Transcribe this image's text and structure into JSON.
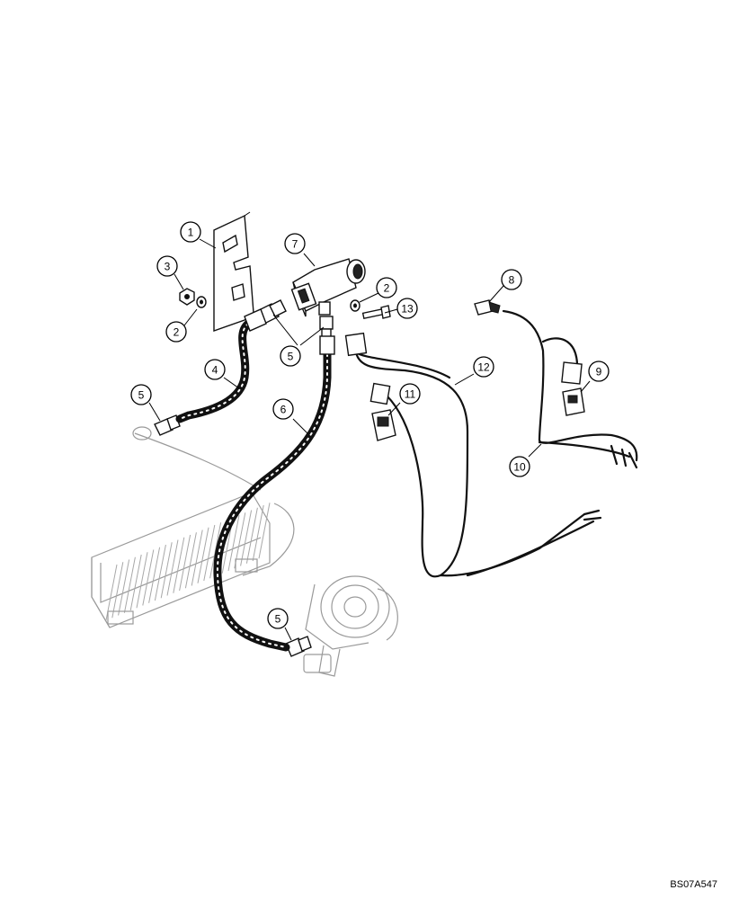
{
  "callouts": [
    {
      "id": "1",
      "label": "1"
    },
    {
      "id": "3",
      "label": "3"
    },
    {
      "id": "2a",
      "label": "2"
    },
    {
      "id": "7",
      "label": "7"
    },
    {
      "id": "2b",
      "label": "2"
    },
    {
      "id": "13",
      "label": "13"
    },
    {
      "id": "5a",
      "label": "5"
    },
    {
      "id": "8",
      "label": "8"
    },
    {
      "id": "4",
      "label": "4"
    },
    {
      "id": "12",
      "label": "12"
    },
    {
      "id": "9",
      "label": "9"
    },
    {
      "id": "5b",
      "label": "5"
    },
    {
      "id": "11",
      "label": "11"
    },
    {
      "id": "6",
      "label": "6"
    },
    {
      "id": "10",
      "label": "10"
    },
    {
      "id": "5c",
      "label": "5"
    }
  ],
  "drawing_id": "BS07A547",
  "colors": {
    "line": "#111111",
    "ghost": "#9a9a9a",
    "background": "#ffffff"
  }
}
